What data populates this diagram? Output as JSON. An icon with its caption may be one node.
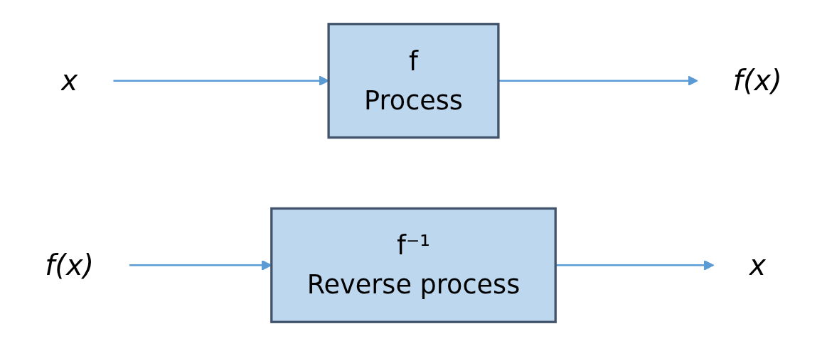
{
  "diagram": {
    "nodes": [
      {
        "text": [
          "x"
        ]
      },
      {
        "text": [
          "f",
          "Process"
        ]
      },
      {
        "text": [
          "f(x)"
        ]
      },
      {
        "text": [
          "f(x)"
        ]
      },
      {
        "text": [
          "f⁻¹",
          "Reverse process"
        ]
      },
      {
        "text": [
          "x"
        ]
      }
    ],
    "edges": [
      {
        "from": 0,
        "to": 1,
        "arrow": "to"
      },
      {
        "from": 1,
        "to": 2,
        "arrow": "to"
      },
      {
        "from": 3,
        "to": 4,
        "arrow": "to"
      },
      {
        "from": 4,
        "to": 5,
        "arrow": "to"
      }
    ]
  }
}
